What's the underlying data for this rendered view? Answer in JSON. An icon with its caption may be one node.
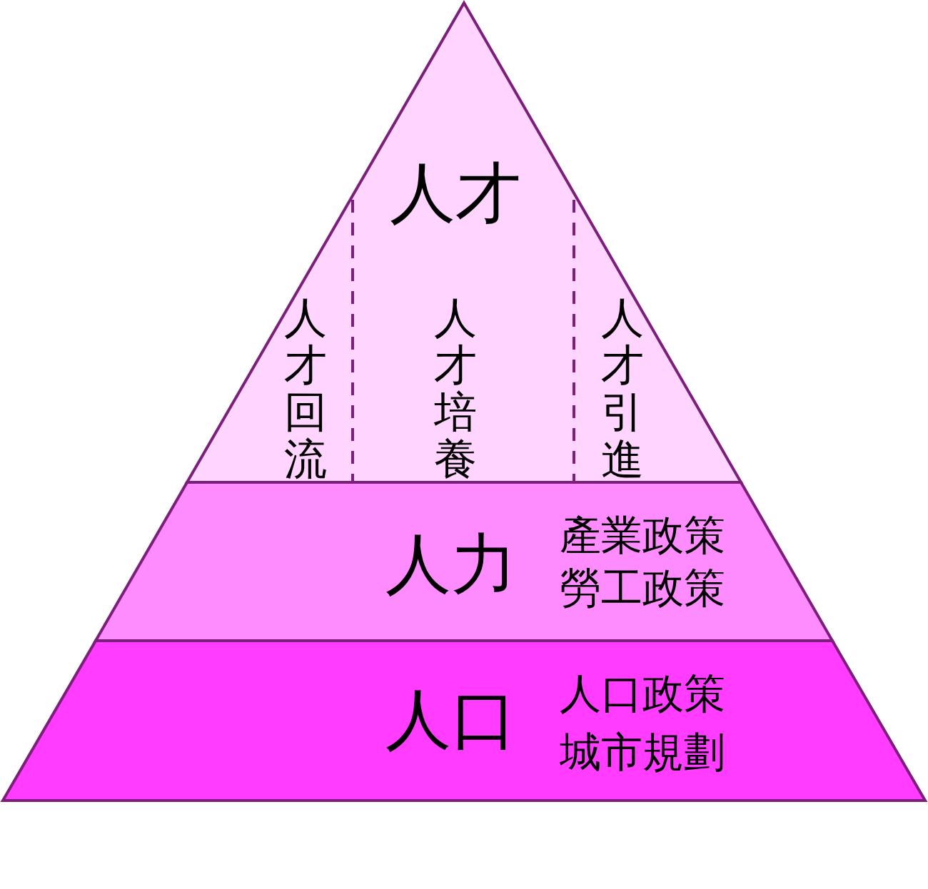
{
  "diagram": {
    "nodes": [
      {
        "text": [
          "人才"
        ]
      },
      {
        "text": [
          "人才回流"
        ],
        "in": 0
      },
      {
        "text": [
          "人才培養"
        ],
        "in": 0
      },
      {
        "text": [
          "人才引進"
        ],
        "in": 0
      },
      {
        "text": [
          "人力",
          "產業政策",
          "勞工政策"
        ]
      },
      {
        "text": [
          "人口",
          "人口政策",
          "城市規劃"
        ]
      }
    ]
  }
}
